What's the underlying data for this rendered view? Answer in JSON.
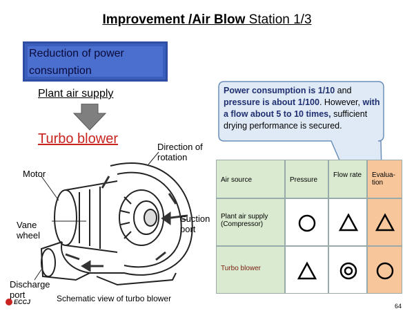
{
  "header": {
    "title_bold": "Improvement /Air Blow",
    "title_rest": " Station  1/3"
  },
  "box": {
    "text": "Reduction of power consumption"
  },
  "labels": {
    "plant_air_supply": "Plant air supply",
    "turbo_blower": "Turbo blower",
    "direction_of_rotation": "Direction of rotation",
    "motor": "Motor",
    "vane_wheel": "Vane wheel",
    "suction_port": "Suction port",
    "discharge_port": "Discharge port",
    "caption": "Schematic view of turbo blower",
    "logo": "ECCJ",
    "page_number": "64"
  },
  "callout": {
    "part1": "Power consumption is 1/10",
    "part2": " and ",
    "part3": "pressure is about 1/100",
    "part4": ". However, ",
    "part5": "with a flow about 5 to 10 times,",
    "part6": " sufficient drying performance is secured."
  },
  "table": {
    "headers": [
      "Air source",
      "Pressure",
      "Flow rate",
      "Evalua-tion"
    ],
    "rows": [
      {
        "source": "Plant air supply (Compressor)",
        "pressure": "circle",
        "flow": "triangle",
        "evaluation": "triangle"
      },
      {
        "source": "Turbo blower",
        "pressure": "triangle",
        "flow": "double-circle",
        "evaluation": "circle"
      }
    ]
  },
  "colors": {
    "table_green": "#d9ead0",
    "evaluation_orange": "#f7c79b",
    "turbo_red": "#c8231f",
    "box_blue": "#4a6fcf",
    "callout_fill": "#dfeaf6"
  }
}
